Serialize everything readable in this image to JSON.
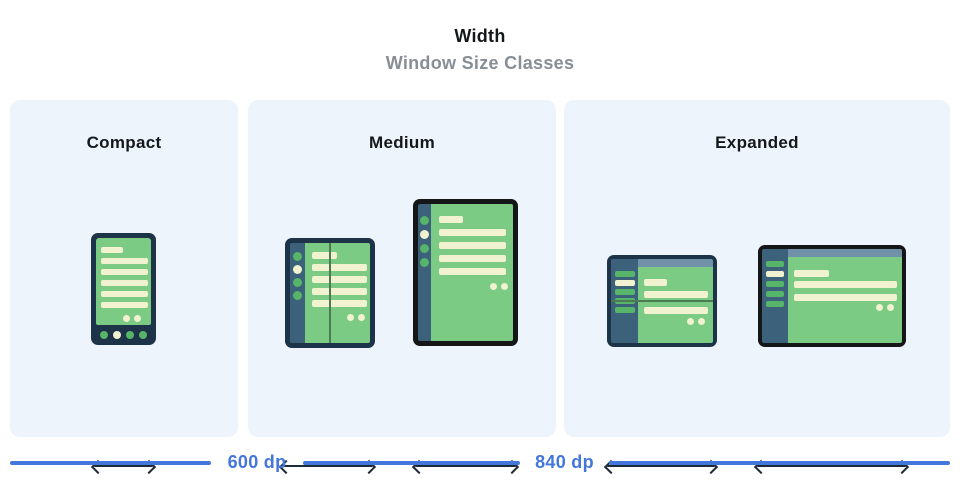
{
  "title": {
    "main": "Width",
    "subtitle": "Window Size Classes"
  },
  "panels": [
    {
      "id": "compact",
      "label": "Compact",
      "devices": [
        "phone"
      ]
    },
    {
      "id": "medium",
      "label": "Medium",
      "devices": [
        "foldable-portrait",
        "tablet-portrait"
      ]
    },
    {
      "id": "expanded",
      "label": "Expanded",
      "devices": [
        "foldable-landscape",
        "desktop-display"
      ]
    }
  ],
  "breakpoints": [
    {
      "label": "600 dp"
    },
    {
      "label": "840 dp"
    }
  ],
  "colors": {
    "panel_background": "#EDF4FC",
    "accent_blue": "#4377DB",
    "device_frame_navy": "#1D3347",
    "device_frame_black": "#141618",
    "sidebar_steel": "#3C617A",
    "topbar_slate": "#7191A9",
    "screen_green": "#7CCB85",
    "content_cream": "#F0F2D0",
    "dot_green": "#56B569",
    "fold_line": "#4C7A52",
    "arrow": "#1C2B3A",
    "subtitle_gray": "#878E96",
    "heading_black": "#15181A"
  }
}
